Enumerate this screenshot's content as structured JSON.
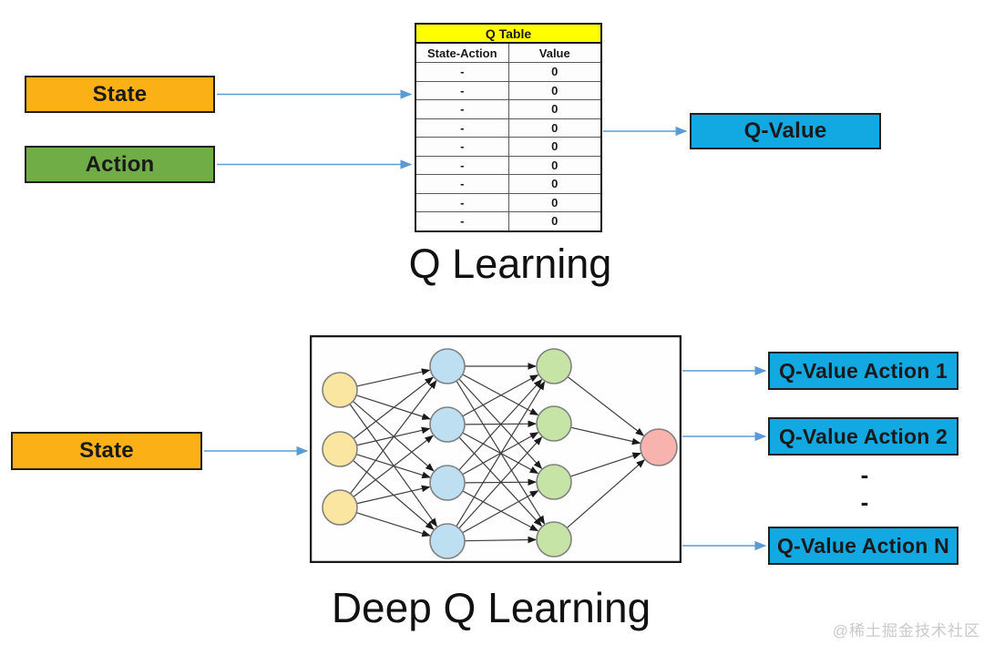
{
  "colors": {
    "orange": "#FBB116",
    "green": "#70AD47",
    "blue": "#12A9E3",
    "table_header_yellow": "#FFFF00",
    "arrow_blue": "#5B9BD5",
    "line_dark": "#3F3F3F",
    "border_dark": "#1A1A1A",
    "node_yellow": "#FAE6A1",
    "node_blue": "#BDDFF1",
    "node_green": "#C5E4A6",
    "node_red": "#F8B3AF",
    "node_stroke": "#808080",
    "watermark_gray": "#C9C9C9"
  },
  "q_learning": {
    "title": "Q Learning",
    "state_label": "State",
    "action_label": "Action",
    "qvalue_label": "Q-Value",
    "table": {
      "title": "Q Table",
      "columns": [
        "State-Action",
        "Value"
      ],
      "rows": [
        [
          "-",
          "0"
        ],
        [
          "-",
          "0"
        ],
        [
          "-",
          "0"
        ],
        [
          "-",
          "0"
        ],
        [
          "-",
          "0"
        ],
        [
          "-",
          "0"
        ],
        [
          "-",
          "0"
        ],
        [
          "-",
          "0"
        ],
        [
          "-",
          "0"
        ]
      ]
    }
  },
  "deep_q_learning": {
    "title": "Deep Q Learning",
    "state_label": "State",
    "outputs": [
      "Q-Value Action 1",
      "Q-Value Action 2",
      "Q-Value Action N"
    ],
    "ellipsis": [
      "-",
      "-"
    ],
    "network": {
      "layers": [
        {
          "name": "input-layer",
          "nodes": 3,
          "fill": "#FAE6A1"
        },
        {
          "name": "hidden-layer-1",
          "nodes": 4,
          "fill": "#BDDFF1"
        },
        {
          "name": "hidden-layer-2",
          "nodes": 4,
          "fill": "#C5E4A6"
        },
        {
          "name": "output-layer",
          "nodes": 1,
          "fill": "#F8B3AF"
        }
      ]
    }
  },
  "edges": [
    {
      "from": "state-top",
      "to": "q-table"
    },
    {
      "from": "action",
      "to": "q-table"
    },
    {
      "from": "q-table",
      "to": "q-value"
    },
    {
      "from": "state-bottom",
      "to": "network"
    },
    {
      "from": "network",
      "to": "q-value-action-1"
    },
    {
      "from": "network",
      "to": "q-value-action-2"
    },
    {
      "from": "network",
      "to": "q-value-action-n"
    }
  ],
  "watermark": "@稀土掘金技术社区"
}
